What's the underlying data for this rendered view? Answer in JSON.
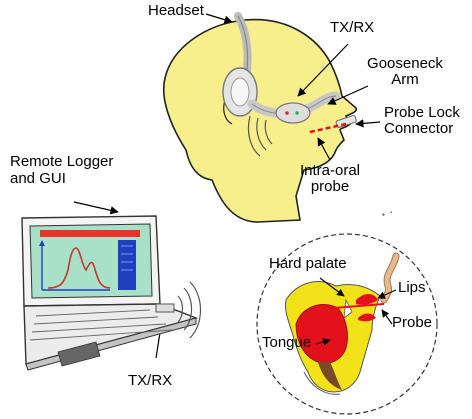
{
  "labels": {
    "headset": "Headset",
    "txrx_top": "TX/RX",
    "gooseneck_line1": "Gooseneck",
    "gooseneck_line2": "Arm",
    "probe_lock_line1": "Probe Lock",
    "probe_lock_line2": "Connector",
    "remote_line1": "Remote Logger",
    "remote_line2": "and GUI",
    "intraoral_line1": "Intra-oral",
    "intraoral_line2": "probe",
    "hard_palate": "Hard palate",
    "lips": "Lips",
    "probe": "Probe",
    "tongue": "Tongue",
    "txrx_bottom": "TX/RX"
  },
  "colors": {
    "head_fill": "#f7ee8c",
    "screen_fill": "#a8e0c8",
    "screen_banner": "#e8332a",
    "screen_sidebar": "#1f3fbf",
    "plot_curve": "#c0392b",
    "tongue_red": "#e3111b",
    "palate_yellow": "#f2e21a",
    "cord_tan": "#e9b98a",
    "outline": "#222222"
  },
  "icons": [
    "headset-icon",
    "laptop-icon",
    "wireless-signal-icon",
    "curved-arrow-icon"
  ]
}
